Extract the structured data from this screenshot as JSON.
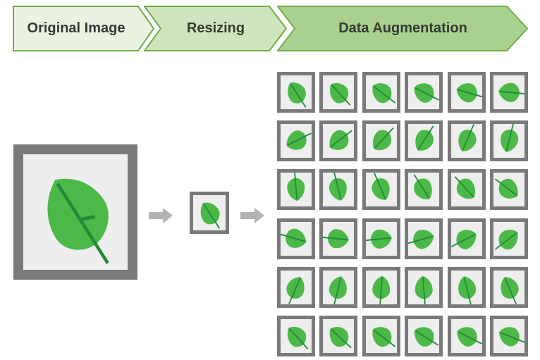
{
  "steps": [
    {
      "label": "Original Image",
      "fill": "#eaf3e0"
    },
    {
      "label": "Resizing",
      "fill": "#cfe5bd"
    },
    {
      "label": "Data Augmentation",
      "fill": "#a9d08e"
    }
  ],
  "colors": {
    "frame": "#7a7a7a",
    "canvas": "#eeeeee",
    "leaf": "#4cb848",
    "vein": "#1f8a3a",
    "arrow": "#b3b3b3",
    "step_border": "#70ad47"
  },
  "icons": {
    "leaf": "leaf-icon",
    "arrow": "right-arrow-icon"
  },
  "augmentation_grid": {
    "rows": 6,
    "columns": 6,
    "rotations_deg": [
      [
        0,
        -10,
        -20,
        -30,
        -40,
        -50
      ],
      [
        -80,
        -90,
        -100,
        -110,
        -120,
        -130
      ],
      [
        -150,
        -160,
        -170,
        180,
        170,
        160
      ],
      [
        140,
        130,
        120,
        110,
        100,
        90
      ],
      [
        60,
        50,
        40,
        30,
        20,
        10
      ],
      [
        -10,
        -15,
        -20,
        -25,
        -30,
        -35
      ]
    ]
  }
}
